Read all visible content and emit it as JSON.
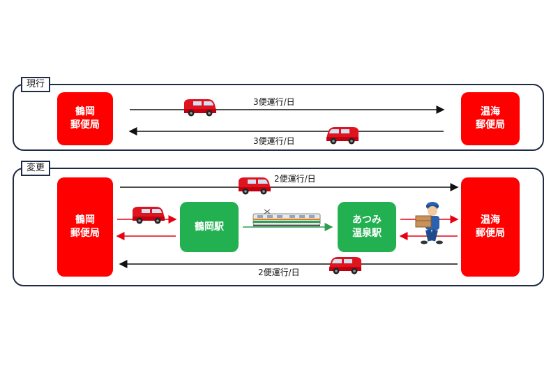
{
  "current": {
    "tag": "現行",
    "left_office": "鶴岡\n郵便局",
    "right_office": "温海\n郵便局",
    "route_top_label": "3便運行/日",
    "route_bottom_label": "3便運行/日"
  },
  "changed": {
    "tag": "変更",
    "left_office": "鶴岡\n郵便局",
    "right_office": "温海\n郵便局",
    "station_left": "鶴岡駅",
    "station_right": "あつみ\n温泉駅",
    "route_top_label": "2便運行/日",
    "route_bottom_label": "2便運行/日"
  },
  "colors": {
    "post_red": "#ff0000",
    "station_green": "#22b050",
    "frame": "#1f2a44",
    "rail_green": "#2e9e4f"
  },
  "icons": [
    "van-icon",
    "train-icon",
    "courier-icon"
  ]
}
